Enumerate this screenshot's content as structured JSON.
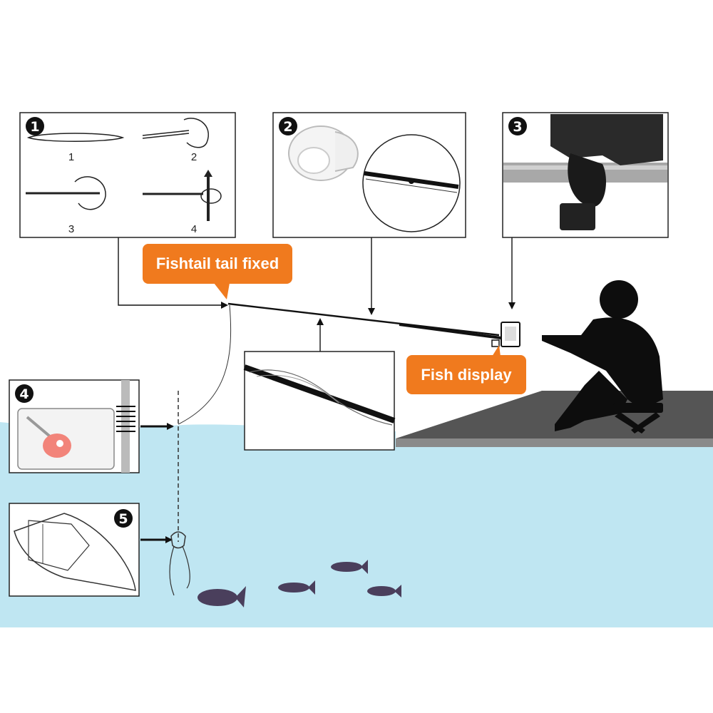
{
  "colors": {
    "water": "#bfe6f2",
    "dock": "#555555",
    "dock_edge": "#8a8a8a",
    "callout": "#f07a1e",
    "silhouette": "#0d0d0d",
    "fish": "#4a3f5c",
    "float": "#f2847a"
  },
  "callouts": {
    "fishtail": "Fishtail tail fixed",
    "display": "Fish display"
  },
  "panels": {
    "p1": {
      "badge": "1",
      "steps": [
        "1",
        "2",
        "3",
        "4"
      ]
    },
    "p2": {
      "badge": "2"
    },
    "p3": {
      "badge": "3"
    },
    "p4": {
      "badge": "4"
    },
    "p5": {
      "badge": "5"
    }
  }
}
